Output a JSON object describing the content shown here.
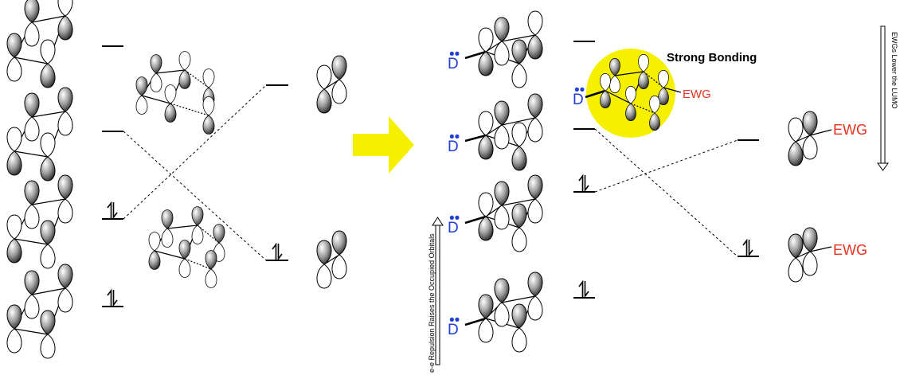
{
  "labels": {
    "donor": "D",
    "ewg": "EWG",
    "strong_bonding": "Strong Bonding",
    "lumo_note": "EWGs Lower the LUMO",
    "repulsion_note": "e-e Repulsion Raises the Occupied Orbitals"
  },
  "colors": {
    "donor": "#1f3fd6",
    "ewg": "#e8321c",
    "highlight": "#f5f000",
    "arrow": "#f5f000"
  },
  "icons": {
    "transform_arrow": "right-arrow-icon",
    "electron_pair": "electron-pair-icon"
  }
}
